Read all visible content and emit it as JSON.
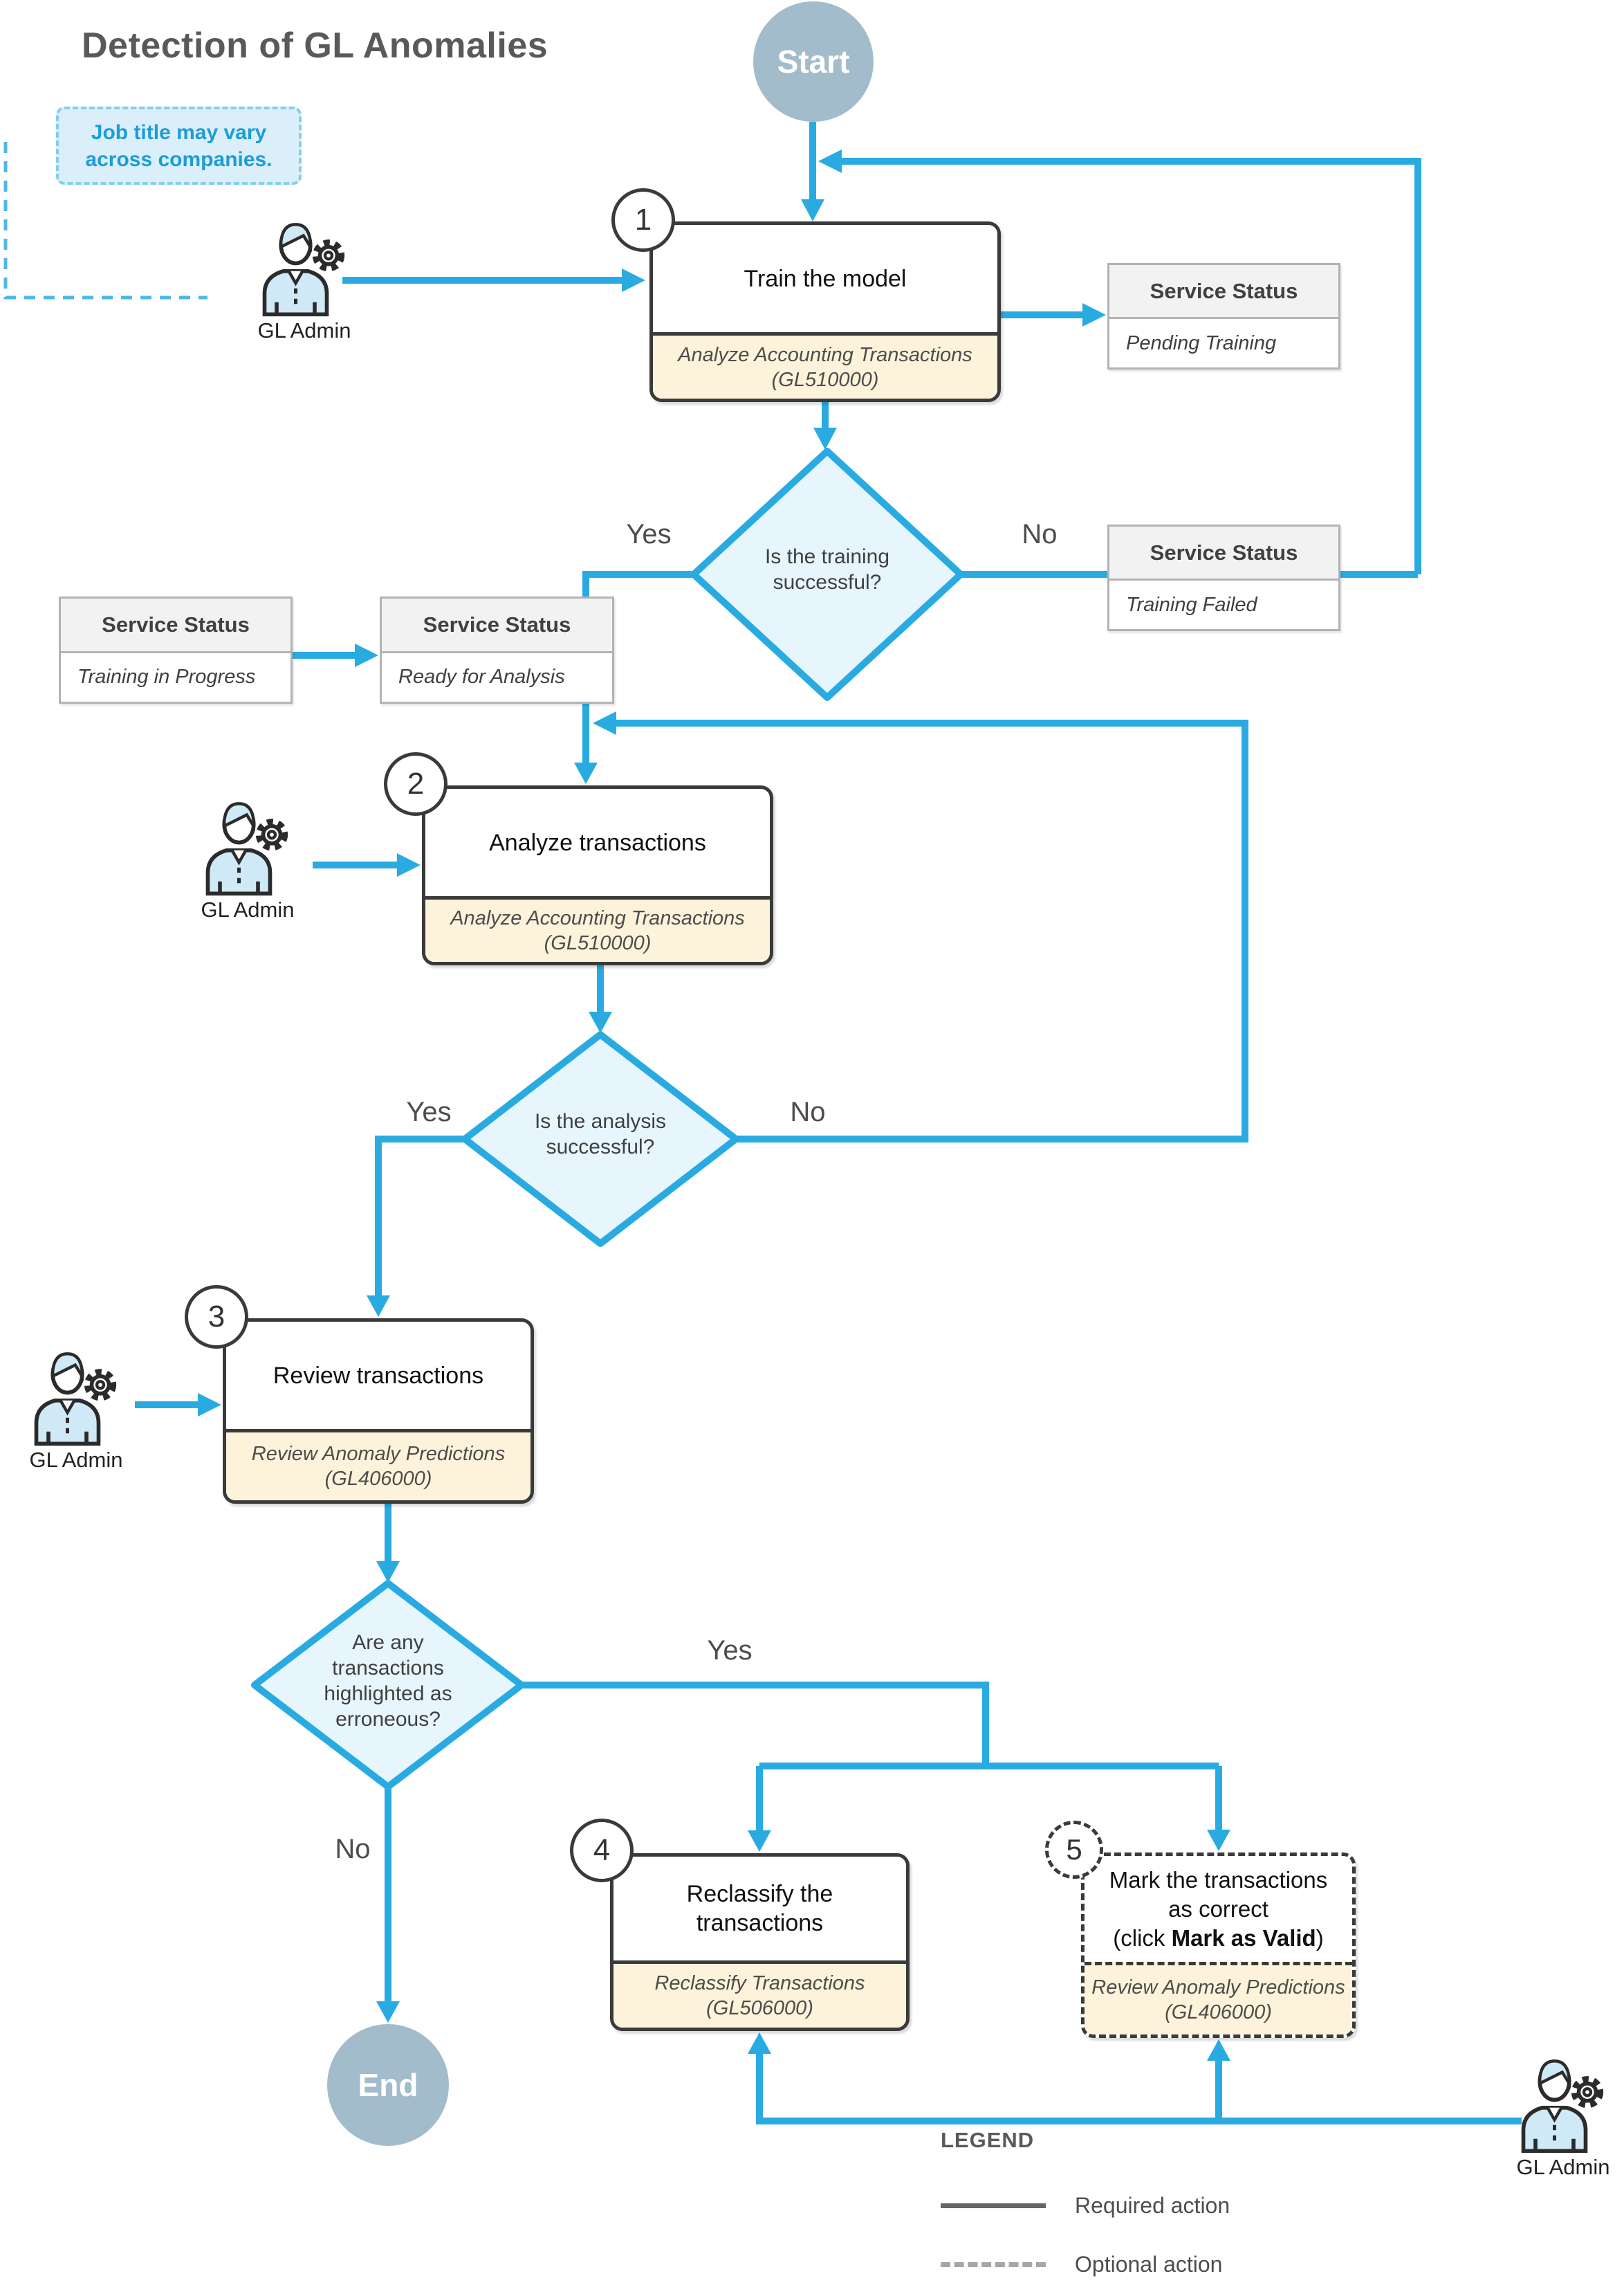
{
  "title": "Detection of GL Anomalies",
  "note": {
    "line1": "Job title may vary",
    "line2": "across companies."
  },
  "terminals": {
    "start": "Start",
    "end": "End"
  },
  "actors": [
    {
      "label": "GL Admin"
    },
    {
      "label": "GL Admin"
    },
    {
      "label": "GL Admin"
    },
    {
      "label": "GL Admin"
    }
  ],
  "steps": [
    {
      "num": "1",
      "title": "Train the model",
      "sub1": "Analyze Accounting Transactions",
      "sub2": "(GL510000)"
    },
    {
      "num": "2",
      "title": "Analyze transactions",
      "sub1": "Analyze Accounting Transactions",
      "sub2": "(GL510000)"
    },
    {
      "num": "3",
      "title": "Review transactions",
      "sub1": "Review Anomaly Predictions",
      "sub2": "(GL406000)"
    },
    {
      "num": "4",
      "title": "Reclassify the transactions",
      "sub1": "Reclassify Transactions",
      "sub2": "(GL506000)"
    },
    {
      "num": "5",
      "title": "Mark the transactions as correct",
      "click_prefix": "(click ",
      "click_bold": "Mark as Valid",
      "click_suffix": ")",
      "sub1": "Review Anomaly Predictions",
      "sub2": "(GL406000)"
    }
  ],
  "service_statuses": [
    {
      "header": "Service Status",
      "value": "Pending Training"
    },
    {
      "header": "Service Status",
      "value": "Training Failed"
    },
    {
      "header": "Service Status",
      "value": "Training in Progress"
    },
    {
      "header": "Service Status",
      "value": "Ready for Analysis"
    }
  ],
  "decisions": [
    {
      "lines": [
        "Is the training",
        "successful?"
      ],
      "yes": "Yes",
      "no": "No"
    },
    {
      "lines": [
        "Is the analysis",
        "successful?"
      ],
      "yes": "Yes",
      "no": "No"
    },
    {
      "lines": [
        "Are any",
        "transactions",
        "highlighted as",
        "erroneous?"
      ],
      "yes": "Yes",
      "no": "No"
    }
  ],
  "legend": {
    "title": "LEGEND",
    "required": "Required action",
    "optional": "Optional action"
  },
  "colors": {
    "flow_blue": "#29abe2",
    "diamond_fill": "#e7f6fd",
    "terminal_fill": "#a2bccb",
    "box_border": "#3a3a3a",
    "subbox_yellow": "#fcf3da",
    "service_border": "#b3b3b3",
    "service_header_bg": "#f2f2f2",
    "note_bg": "#daeff9",
    "note_text": "#1d9cd8",
    "title_gray": "#595959"
  }
}
